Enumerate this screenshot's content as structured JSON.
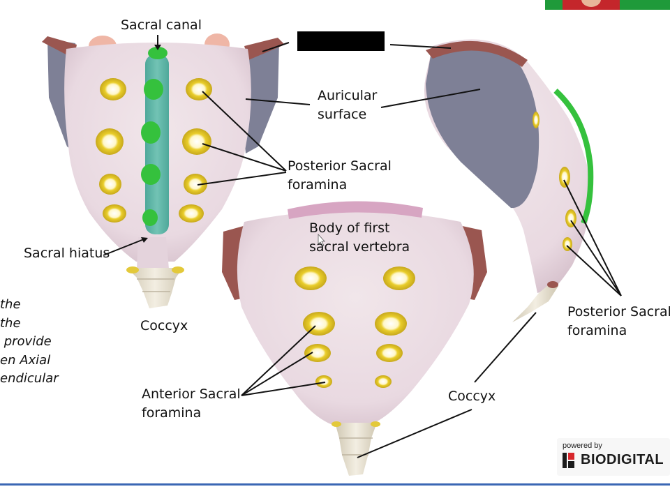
{
  "labels": {
    "sacral_canal": "Sacral canal",
    "auricular_surface": "Auricular\nsurface",
    "posterior_sacral_foramina_left": "Posterior Sacral\nforamina",
    "sacral_hiatus": "Sacral hiatus",
    "coccyx_left": "Coccyx",
    "body_first_sacral_vertebra": "Body of first\nsacral vertebra",
    "anterior_sacral_foramina": "Anterior Sacral\nforamina",
    "coccyx_right": "Coccyx",
    "posterior_sacral_foramina_right": "Posterior Sacral\nforamina"
  },
  "side_text": "the\nthe\n provide\nen Axial\nendicular",
  "branding": {
    "powered_by": "powered by",
    "name": "BIODIGITAL"
  },
  "colors": {
    "bone": "#ecdde3",
    "bone_shade": "#d9c3ce",
    "foramen_yellow": "#e7cc2a",
    "canal_teal": "#5fb4a7",
    "canal_green": "#35c13d",
    "auricular_gray": "#7d7f93",
    "margin_red": "#9a5650",
    "coccyx_beige": "#e8e1cf"
  }
}
